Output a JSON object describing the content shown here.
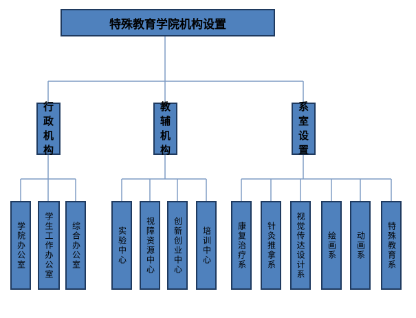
{
  "title": "特殊教育学院机构设置",
  "categories": [
    {
      "label": "行政机构",
      "units": [
        "学院办公室",
        "学生工作办公室",
        "综合办公室"
      ]
    },
    {
      "label": "教辅机构",
      "units": [
        "实验中心",
        "视障资源中心",
        "创新创业中心",
        "培训中心"
      ]
    },
    {
      "label": "系室设置",
      "units": [
        "康复治疗系",
        "针灸推拿系",
        "视觉传达设计系",
        "绘画系",
        "动画系",
        "特殊教育系"
      ]
    }
  ],
  "colors": {
    "box": "#4f81bd",
    "border": "#1f3a5f",
    "line": "#7f9cc4"
  }
}
